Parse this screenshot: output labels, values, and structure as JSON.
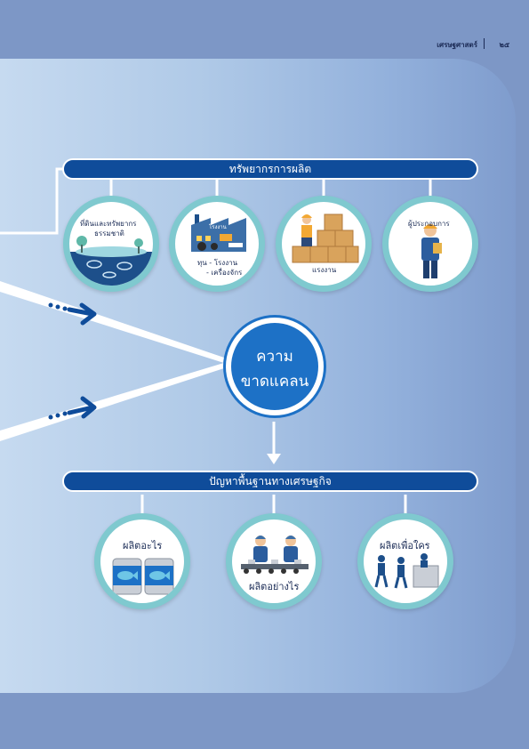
{
  "header": {
    "section": "เศรษฐศาสตร์",
    "page": "๒๕"
  },
  "top_bar": {
    "label": "ทรัพยากรการผลิต"
  },
  "resources": [
    {
      "label_line1": "ที่ดินและทรัพยากร",
      "label_line2": "ธรรมชาติ",
      "icon": "nature-landscape-icon"
    },
    {
      "label_line1": "ทุน - โรงงาน",
      "label_line2": "- เครื่องจักร",
      "sign": "โรงงาน",
      "icon": "factory-icon"
    },
    {
      "label_line1": "แรงงาน",
      "icon": "labor-worker-icon"
    },
    {
      "label_line1": "ผู้ประกอบการ",
      "icon": "entrepreneur-icon"
    }
  ],
  "center": {
    "line1": "ความ",
    "line2": "ขาดแคลน"
  },
  "bottom_bar": {
    "label": "ปัญหาพื้นฐานทางเศรษฐกิจ"
  },
  "problems": [
    {
      "label": "ผลิตอะไร",
      "icon": "canned-fish-icon"
    },
    {
      "label": "ผลิตอย่างไร",
      "icon": "assembly-line-icon"
    },
    {
      "label": "ผลิตเพื่อใคร",
      "icon": "consumers-icon"
    }
  ],
  "colors": {
    "bar": "#0f4c9a",
    "center": "#1d71c6",
    "ring": "#7fc9cf",
    "background": "#7d97c6"
  }
}
